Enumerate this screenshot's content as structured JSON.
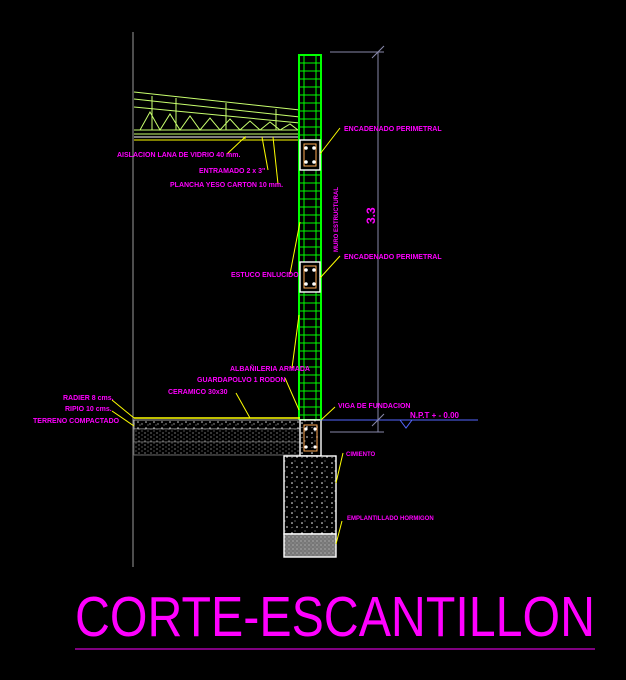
{
  "title": "CORTE-ESCANTILLON",
  "dimension": "3.3",
  "labels": {
    "aislacion": "AISLACION LANA DE VIDRIO 40 mm.",
    "entramado": "ENTRAMADO 2 x 3\"",
    "plancha": "PLANCHA YESO CARTON 10 mm.",
    "encadenado_top": "ENCADENADO PERIMETRAL",
    "muro": "MURO ESTRUCTURAL",
    "encadenado_mid": "ENCADENADO PERIMETRAL",
    "estuco": "ESTUCO ENLUCIDO",
    "albanileria": "ALBAÑILERIA ARMADA",
    "guardapolvo": "GUARDAPOLVO 1 RODON",
    "ceramico": "CERAMICO 30x30",
    "radier": "RADIER 8 cms.",
    "ripio": "RIPIO 10 cms.",
    "terreno": "TERRENO COMPACTADO",
    "viga": "VIGA DE FUNDACION",
    "npt": "N.P.T + - 0.00",
    "cimiento": "CIMIENTO",
    "emplantillado": "EMPLANTILLADO HORMIGON"
  },
  "colors": {
    "label": "#ff00ff",
    "wall": "#00ff00",
    "roof": "#c8ff6e",
    "concrete": "#ffffff",
    "leader": "#ffff00",
    "dim_line": "#8888aa"
  }
}
